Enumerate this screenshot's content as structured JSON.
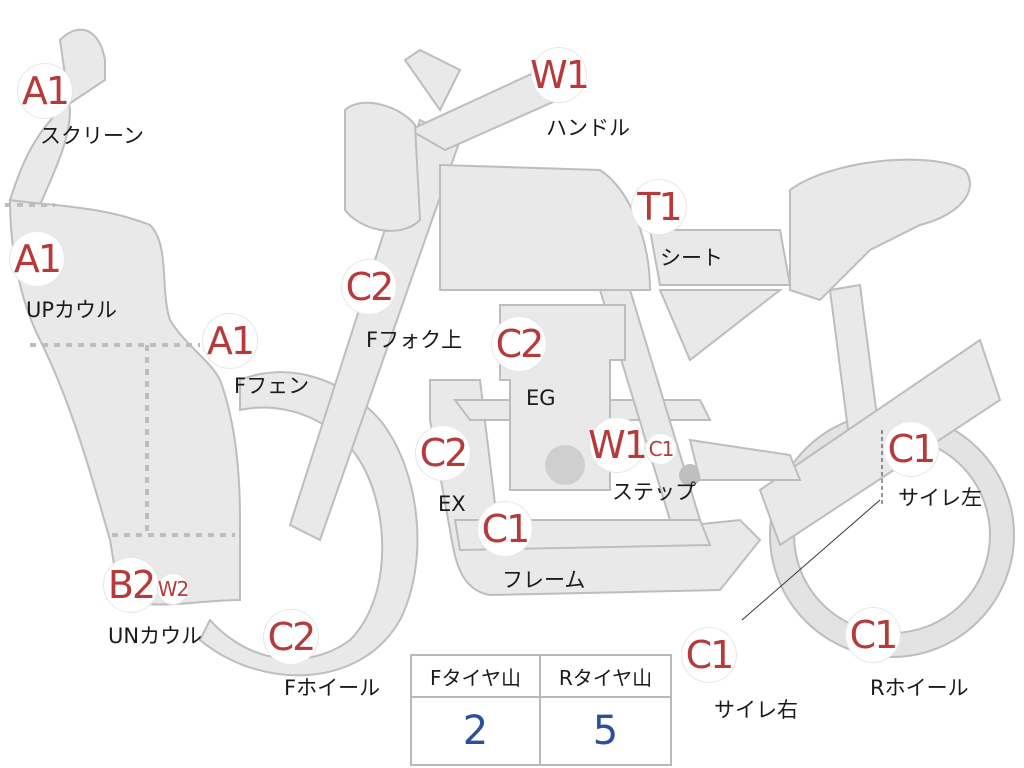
{
  "colors": {
    "part_fill": "#e8e9e8",
    "part_stroke": "#bdbdbd",
    "grade_text": "#b73a3a",
    "value_text": "#2b4fa0"
  },
  "parts": {
    "screen": {
      "grade": "A1",
      "label": "スクリーン"
    },
    "up_cowl": {
      "grade": "A1",
      "label": "UPカウル"
    },
    "un_cowl": {
      "grade": "B2",
      "sub_grade": "W2",
      "label": "UNカウル"
    },
    "f_fender": {
      "grade": "A1",
      "label": "Fフェン"
    },
    "f_fork": {
      "grade": "C2",
      "label": "Fフォク上"
    },
    "handle": {
      "grade": "W1",
      "label": "ハンドル"
    },
    "seat": {
      "grade": "T1",
      "label": "シート"
    },
    "engine": {
      "grade": "C2",
      "label": "EG"
    },
    "exhaust": {
      "grade": "C2",
      "label": "EX"
    },
    "frame": {
      "grade": "C1",
      "label": "フレーム"
    },
    "step": {
      "grade": "W1",
      "sub_grade": "C1",
      "label": "ステップ"
    },
    "muffler_l": {
      "grade": "C1",
      "label": "サイレ左"
    },
    "muffler_r": {
      "grade": "C1",
      "label": "サイレ右"
    },
    "f_wheel": {
      "grade": "C2",
      "label": "Fホイール"
    },
    "r_wheel": {
      "grade": "C1",
      "label": "Rホイール"
    }
  },
  "tire_table": {
    "headers": [
      "Fタイヤ山",
      "Rタイヤ山"
    ],
    "values": [
      "2",
      "5"
    ]
  }
}
